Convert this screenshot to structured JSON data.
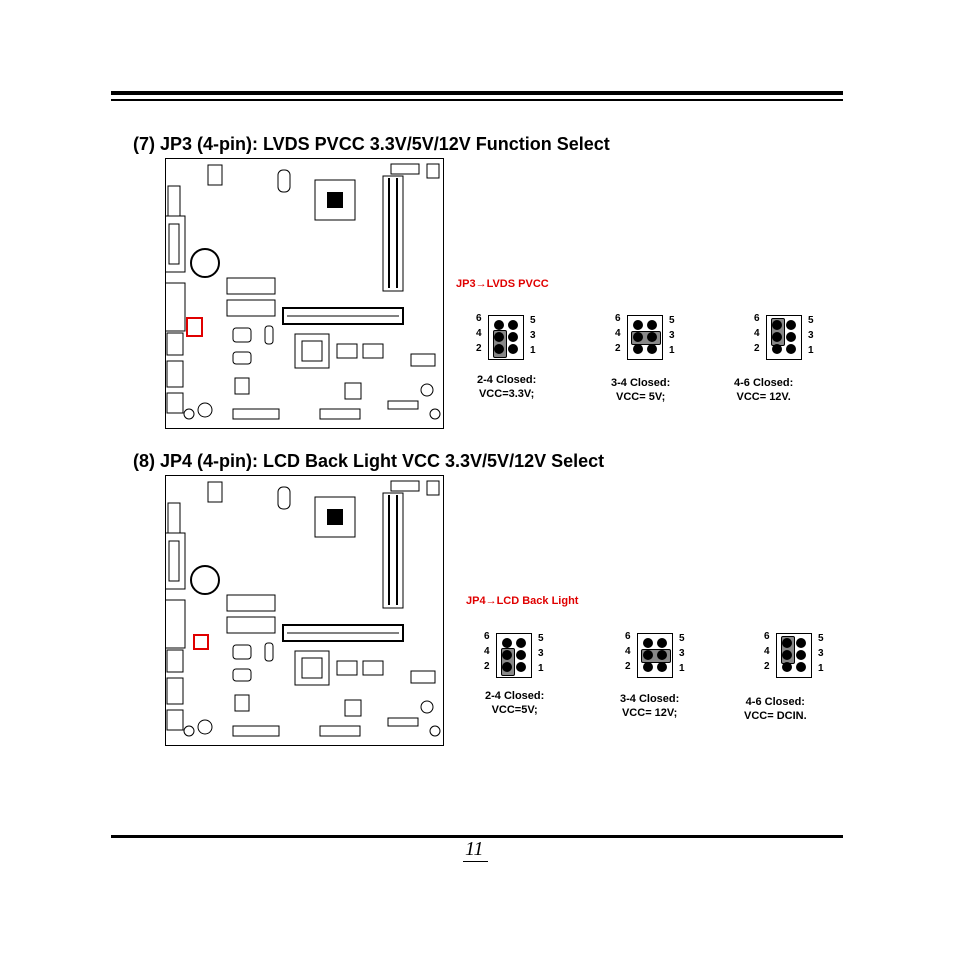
{
  "section7": {
    "heading": "(7) JP3 (4-pin): LVDS PVCC 3.3V/5V/12V Function Select",
    "callout": "JP3→LVDS PVCC",
    "configs": [
      {
        "caption_line1": "2-4 Closed:",
        "caption_line2": "VCC=3.3V;",
        "closed": "2-4"
      },
      {
        "caption_line1": "3-4 Closed:",
        "caption_line2": "VCC= 5V;",
        "closed": "3-4"
      },
      {
        "caption_line1": "4-6 Closed:",
        "caption_line2": "VCC= 12V.",
        "closed": "4-6"
      }
    ]
  },
  "section8": {
    "heading": "(8) JP4 (4-pin): LCD Back Light VCC 3.3V/5V/12V Select",
    "callout": "JP4→LCD Back Light",
    "configs": [
      {
        "caption_line1": "2-4 Closed:",
        "caption_line2": "VCC=5V;",
        "closed": "2-4"
      },
      {
        "caption_line1": "3-4 Closed:",
        "caption_line2": "VCC= 12V;",
        "closed": "3-4"
      },
      {
        "caption_line1": "4-6 Closed:",
        "caption_line2": "VCC= DCIN.",
        "closed": "4-6"
      }
    ]
  },
  "pin_labels": {
    "p6": "6",
    "p4": "4",
    "p2": "2",
    "p5": "5",
    "p3": "3",
    "p1": "1"
  },
  "page_number": "11",
  "colors": {
    "highlight": "#e00000",
    "cap": "#888888"
  }
}
